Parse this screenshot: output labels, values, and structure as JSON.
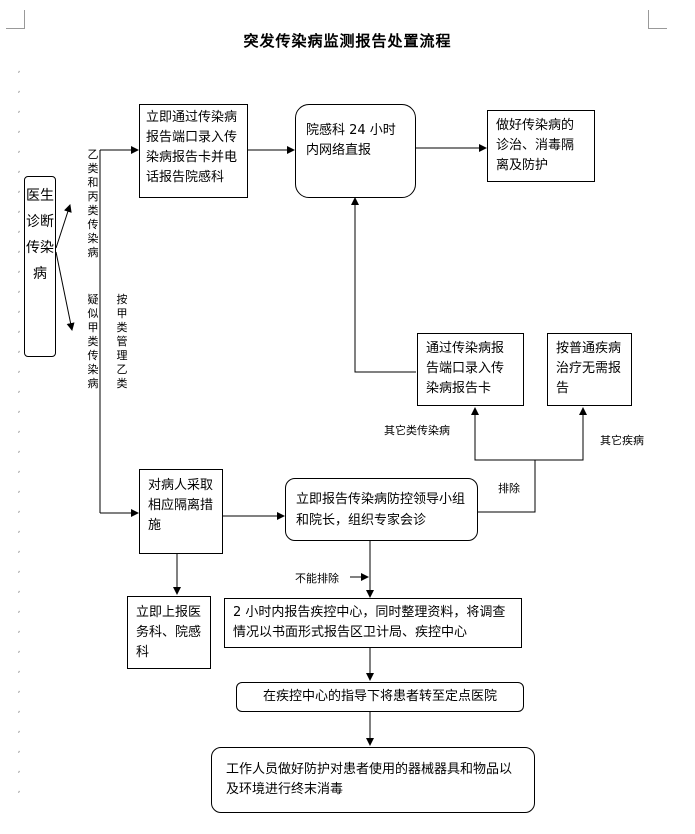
{
  "title": "突发传染病监测报告处置流程",
  "boxes": {
    "doctor": "医生诊断传染病",
    "register": "立即通过传染病报告端口录入传染病报告卡并电话报告院感科",
    "network": "院感科 24 小时内网络直报",
    "treat": "做好传染病的诊治、消毒隔离及防护",
    "other_register": "通过传染病报告端口录入传染病报告卡",
    "no_report": "按普通疾病治疗无需报告",
    "isolate": "对病人采取相应隔离措施",
    "expert": "立即报告传染病防控领导小组和院长，组织专家会诊",
    "report_medical": "立即上报医务科、院感科",
    "cdc_report": "2 小时内报告疾控中心，同时整理资料，将调查情况以书面形式报告区卫计局、疾控中心",
    "transfer": "在疾控中心的指导下将患者转至定点医院",
    "disinfect": "工作人员做好防护对患者使用的器械器具和物品以及环境进行终末消毒"
  },
  "labels": {
    "class_bc": "乙类和丙类传染病",
    "suspected_a": "疑似甲类传染病",
    "manage_as_a": "按甲类管理乙类",
    "other_infectious": "其它类传染病",
    "other_disease": "其它疾病",
    "excluded": "排除",
    "not_excluded": "不能排除"
  }
}
